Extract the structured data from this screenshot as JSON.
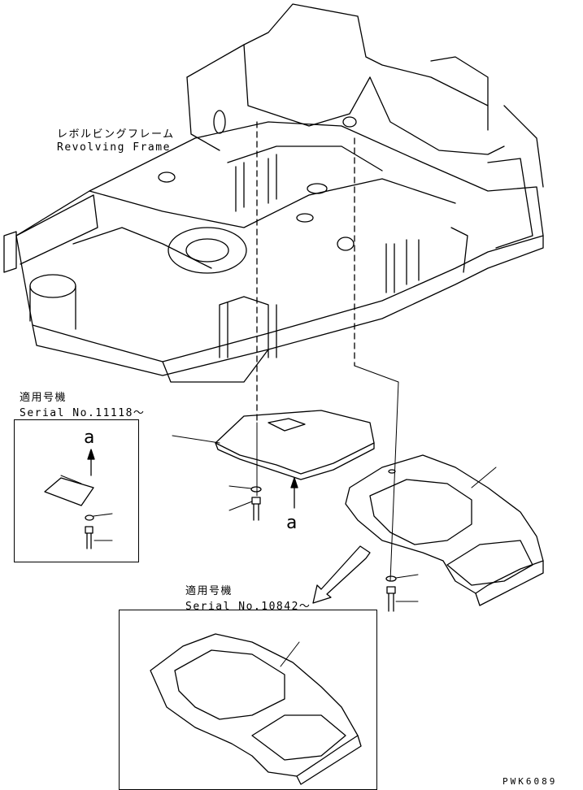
{
  "frame_label": {
    "jp": "レボルビングフレーム",
    "en": "Revolving Frame"
  },
  "inset_left": {
    "applicable_jp": "適用号機",
    "serial": "Serial No.11118～",
    "arrow_letter": "a"
  },
  "main": {
    "arrow_letter": "a"
  },
  "inset_bottom": {
    "applicable_jp": "適用号機",
    "serial": "Serial No.10842～"
  },
  "drawing_code": "PWK6089"
}
